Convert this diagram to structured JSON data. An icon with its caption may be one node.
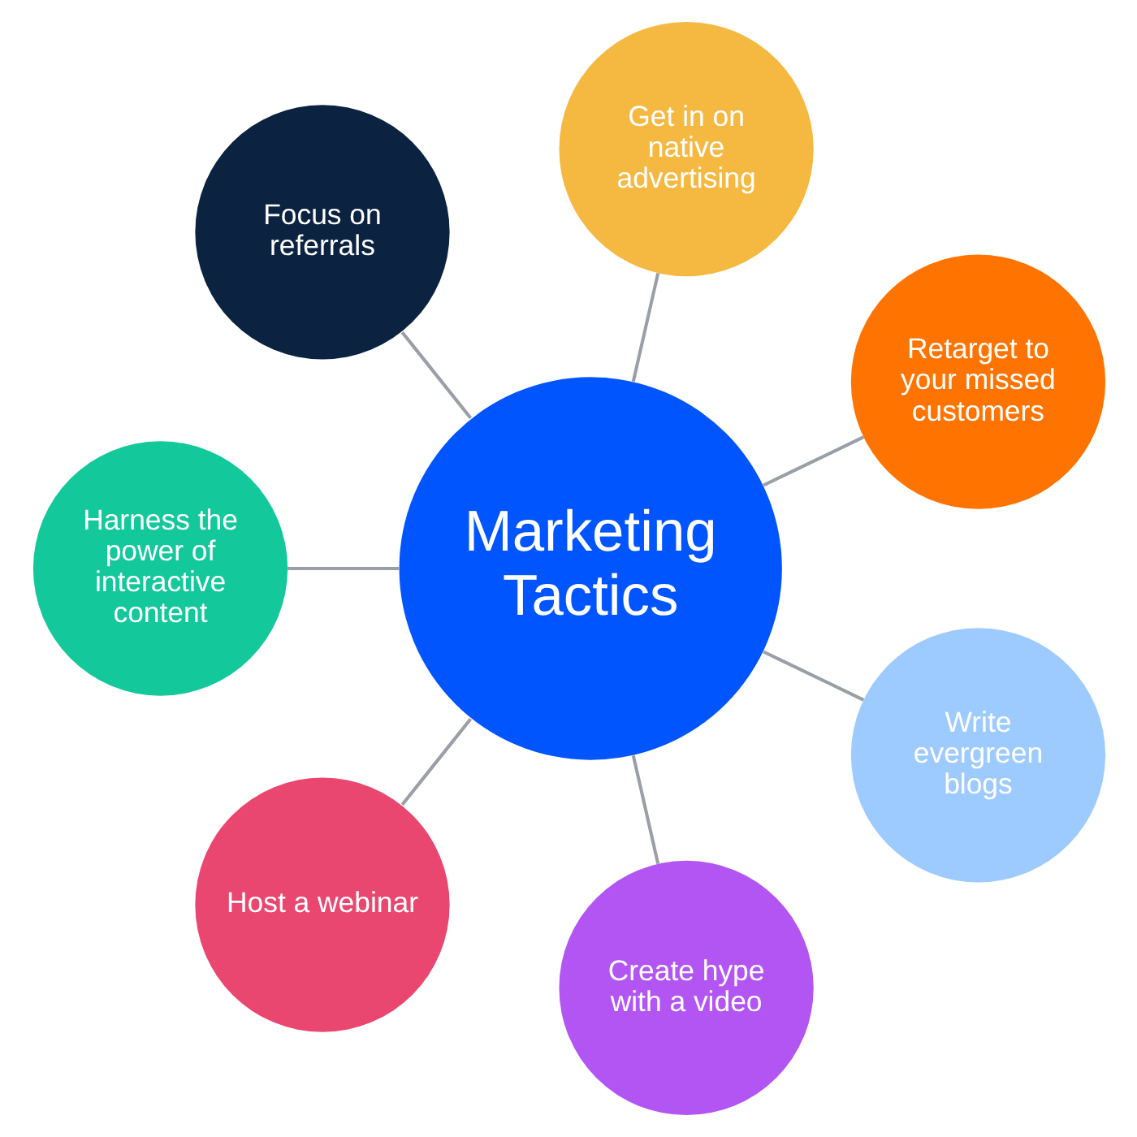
{
  "diagram": {
    "nodes": [
      {
        "text": [
          "Marketing Tactics"
        ]
      },
      {
        "text": [
          "Retarget to your missed customers"
        ]
      },
      {
        "text": [
          "Get in on native advertising"
        ]
      },
      {
        "text": [
          "Focus on referrals"
        ]
      },
      {
        "text": [
          "Harness the power of interactive content"
        ]
      },
      {
        "text": [
          "Host a webinar"
        ]
      },
      {
        "text": [
          "Create hype with a video"
        ]
      },
      {
        "text": [
          "Write evergreen blogs"
        ]
      }
    ],
    "edges": [
      {
        "from": 0,
        "to": 1,
        "arrow": "none"
      },
      {
        "from": 0,
        "to": 2,
        "arrow": "none"
      },
      {
        "from": 0,
        "to": 3,
        "arrow": "none"
      },
      {
        "from": 0,
        "to": 4,
        "arrow": "none"
      },
      {
        "from": 0,
        "to": 5,
        "arrow": "none"
      },
      {
        "from": 0,
        "to": 6,
        "arrow": "none"
      },
      {
        "from": 0,
        "to": 7,
        "arrow": "none"
      }
    ]
  }
}
